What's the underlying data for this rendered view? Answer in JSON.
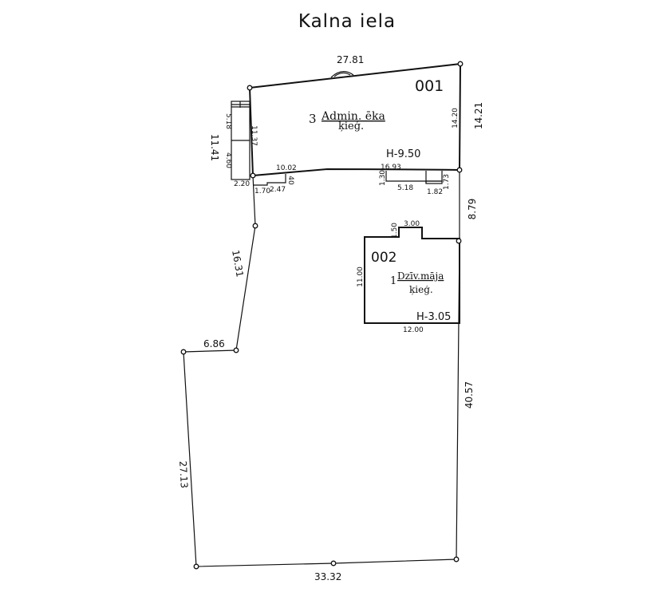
{
  "street_name": "Kalna iela",
  "buildings": [
    {
      "id": "001",
      "floors": "3",
      "name": "Admin. ēka",
      "material": "ķieģ.",
      "height": "H-9.50"
    },
    {
      "id": "002",
      "floors": "1",
      "name": "Dzīv.māja",
      "material": "ķieģ.",
      "height": "H-3.05"
    }
  ],
  "parcel_dimensions": {
    "top": "8.79",
    "right": "40.57",
    "bottom": "33.32",
    "left_lower": "27.13",
    "step": "6.86",
    "left_upper": "16.31",
    "b1_right_outer": "14.21"
  },
  "building_001_dimensions": {
    "top": "27.81",
    "right": "14.20",
    "left": "11.37",
    "left_outer": "11.41",
    "annex_upper": "5.18",
    "annex_lower": "4.60",
    "annex_bottom": "2.20",
    "bottom_left": "10.02",
    "bottom_right": "16.93",
    "porch_left_a": "1.70",
    "porch_left_b": "2.47",
    "porch_left_depth": "40",
    "porch_right_depth": "1.30",
    "porch_right_len": "5.18",
    "porch_right_stair": "1.82",
    "porch_right_side": "1.73"
  },
  "building_002_dimensions": {
    "left": "11.00",
    "bottom": "12.00",
    "bay_width": "3.00",
    "bay_depth": "1.50"
  }
}
